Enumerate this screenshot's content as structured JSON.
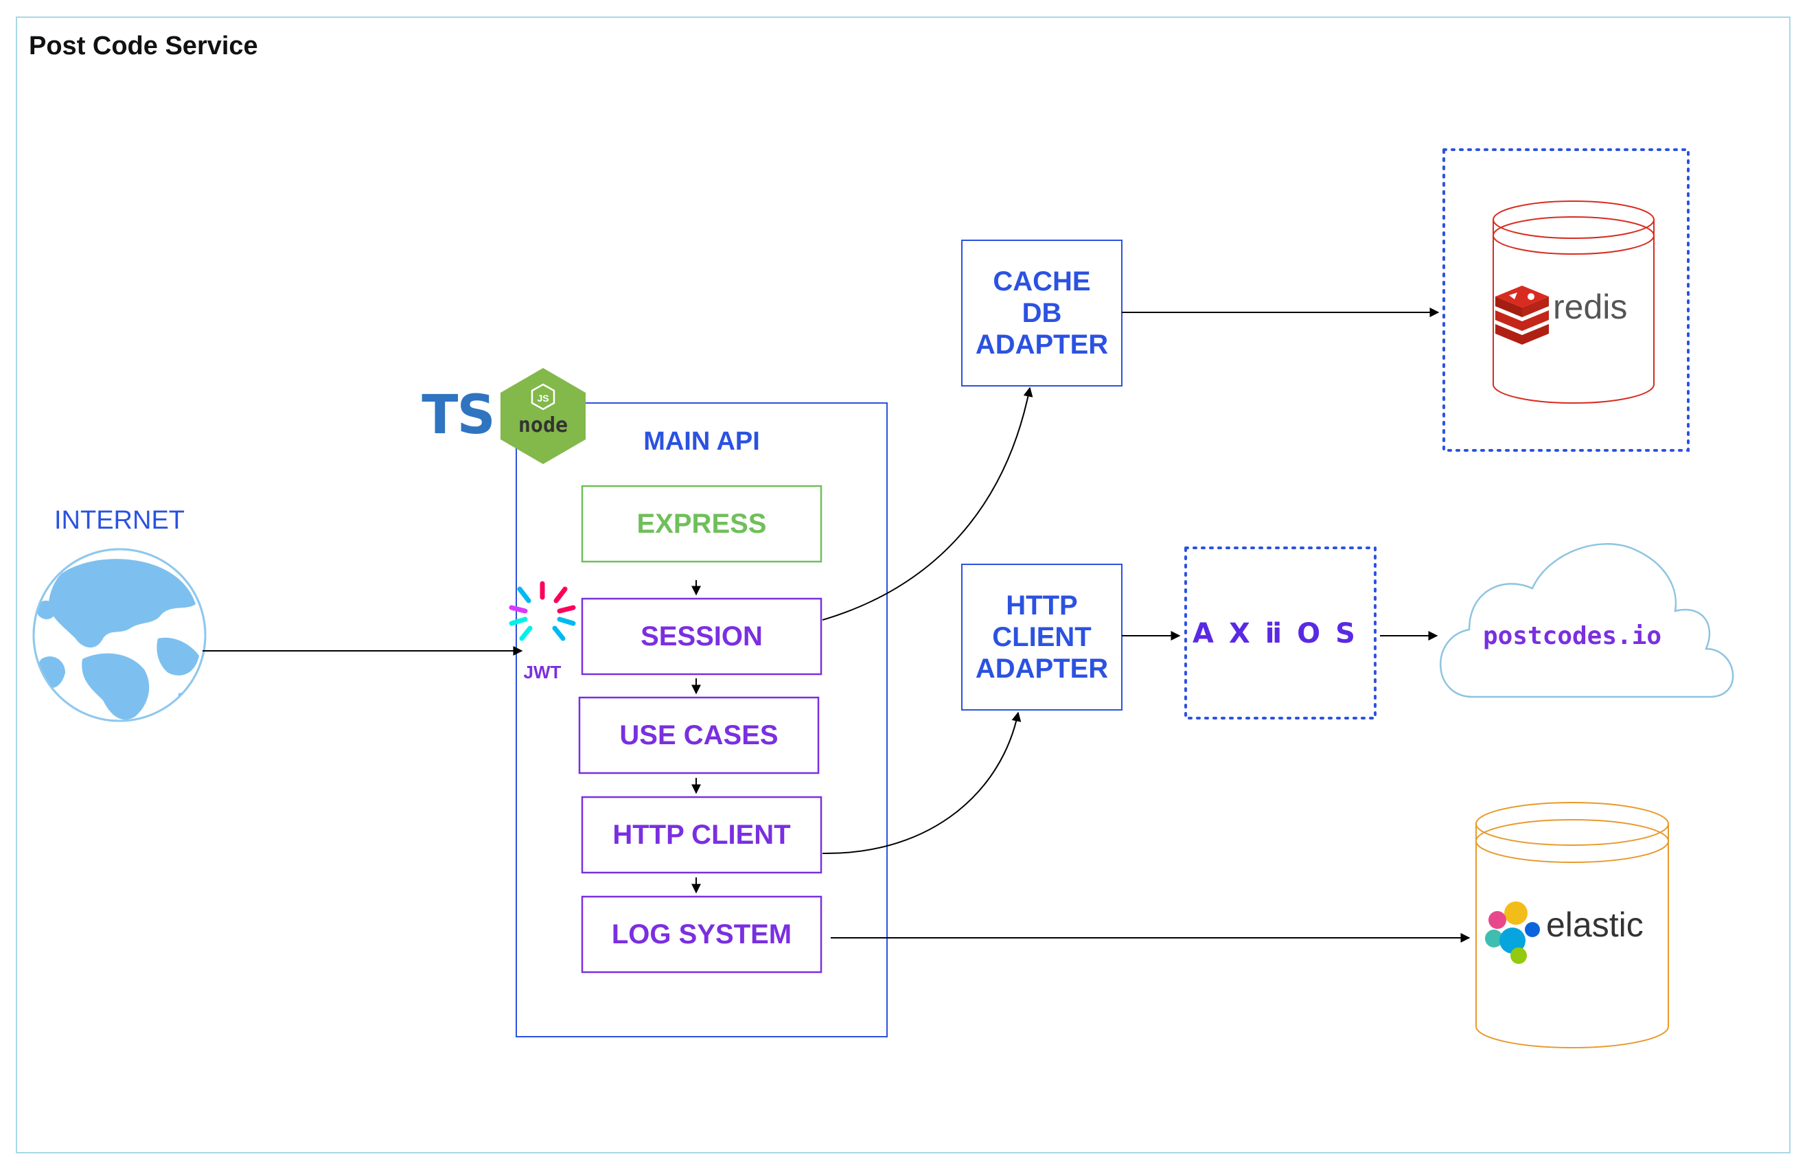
{
  "title": "Post Code Service",
  "internet": {
    "label": "INTERNET",
    "icon": "globe-icon"
  },
  "main_api": {
    "label": "MAIN API",
    "tech_badges": {
      "typescript": "TS",
      "nodejs": "node"
    },
    "jwt_label": "JWT",
    "layers": [
      {
        "label": "EXPRESS",
        "color": "#6fbf5b"
      },
      {
        "label": "SESSION",
        "color": "#7a2fe0"
      },
      {
        "label": "USE CASES",
        "color": "#7a2fe0"
      },
      {
        "label": "HTTP CLIENT",
        "color": "#7a2fe0"
      },
      {
        "label": "LOG SYSTEM",
        "color": "#7a2fe0"
      }
    ]
  },
  "adapters": {
    "cache": {
      "lines": [
        "CACHE",
        "DB",
        "ADAPTER"
      ]
    },
    "http": {
      "lines": [
        "HTTP",
        "CLIENT",
        "ADAPTER"
      ]
    }
  },
  "services": {
    "redis": {
      "label": "redis",
      "color": "#d82c20"
    },
    "axios": {
      "label": "AXⅱOS",
      "color": "#5a29e4"
    },
    "postcodes": {
      "label": "postcodes.io",
      "color": "#7a2fe0"
    },
    "elastic": {
      "label": "elastic",
      "color": "#e89a2c"
    }
  },
  "colors": {
    "blue": "#2b52e0",
    "frame": "#a9d6e8",
    "purple": "#7a2fe0",
    "green": "#6fbf5b",
    "node_green": "#83b84a",
    "ts_blue": "#2f74c0",
    "cloud": "#8ec4e0"
  }
}
